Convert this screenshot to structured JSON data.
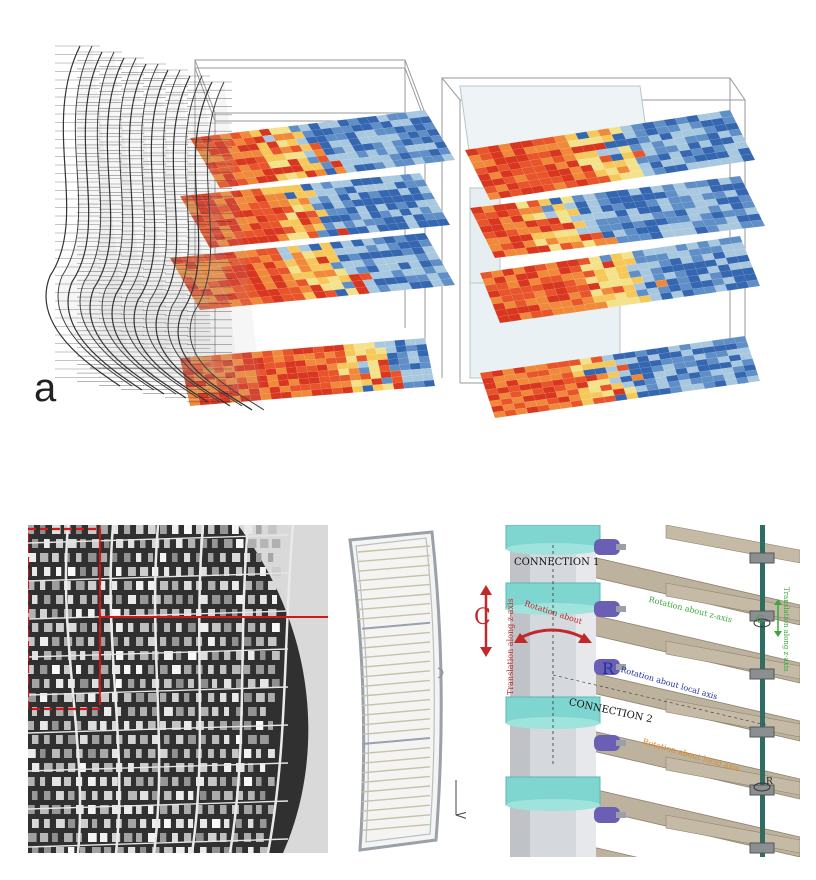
{
  "figure": {
    "panel_label": "a"
  },
  "connection_diagram": {
    "connection_1": "CONNECTION 1",
    "connection_2": "CONNECTION 2",
    "c_symbol": "C",
    "r_symbol": "R",
    "c_small": "C",
    "r_small": "R",
    "translation_z": "Translation along z-axis",
    "rotation_about": "Rotation about",
    "rotation_z": "Rotation about z-axis",
    "rotation_local_blue": "Rotation about local axis",
    "rotation_local_orange": "Rotation about local axis",
    "translation_z_green": "Translation along z-axis",
    "colors": {
      "red": "#c0282a",
      "blue": "#2030a0",
      "green": "#3aa83a",
      "orange": "#e08a20",
      "teal": "#7fd6d0"
    }
  },
  "heatmap_colors": [
    "#d9361f",
    "#e8552a",
    "#f08a3a",
    "#f6c85a",
    "#f3e28a",
    "#a8c8e0",
    "#5f8fc6",
    "#3566b0"
  ]
}
